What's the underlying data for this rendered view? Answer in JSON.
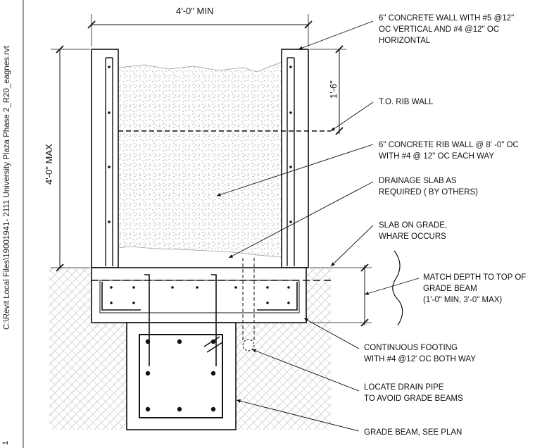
{
  "file_path": "C:\\Revit Local Files\\19001941- 2111 University Plaza Phase 2_R20_eagnes.rvt",
  "sheet_mark": "1",
  "dimensions": {
    "width_min": "4'-0\" MIN",
    "height_max": "4'-0\" MAX",
    "rib_height": "1'-6\""
  },
  "notes": [
    [
      "6\" CONCRETE WALL WITH #5 @12\"",
      "OC VERTICAL AND #4 @12\" OC",
      "HORIZONTAL"
    ],
    [
      "T.O. RIB WALL"
    ],
    [
      "6\" CONCRETE RIB WALL @ 8' -0\" OC",
      "WITH #4 @ 12\" OC EACH WAY"
    ],
    [
      "DRAINAGE SLAB AS",
      "REQUIRED ( BY OTHERS)"
    ],
    [
      "SLAB ON GRADE,",
      "WHARE OCCURS"
    ],
    [
      "MATCH DEPTH TO TOP OF",
      "GRADE BEAM",
      "(1'-0\" MIN, 3'-0\" MAX)"
    ],
    [
      "CONTINUOUS FOOTING",
      "WITH #4 @12' OC BOTH WAY"
    ],
    [
      "LOCATE DRAIN PIPE",
      "TO AVOID GRADE BEAMS"
    ],
    [
      "GRADE BEAM, SEE PLAN"
    ]
  ]
}
